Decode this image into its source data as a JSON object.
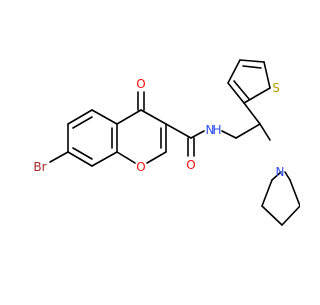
{
  "molecule": {
    "atom_labels": {
      "carbonyl_oxygen_top": "O",
      "ring_oxygen": "O",
      "amide_oxygen": "O",
      "bromine": "Br",
      "amide_nitrogen": "N",
      "amide_hydrogen": "H",
      "pyrrolidine_nitrogen": "N",
      "sulfur": "S"
    },
    "colors": {
      "bond": "#000000",
      "oxygen": "#ff0d0d",
      "nitrogen": "#3050f8",
      "bromine": "#a62929",
      "sulfur": "#b8a000",
      "background": "#ffffff"
    }
  }
}
